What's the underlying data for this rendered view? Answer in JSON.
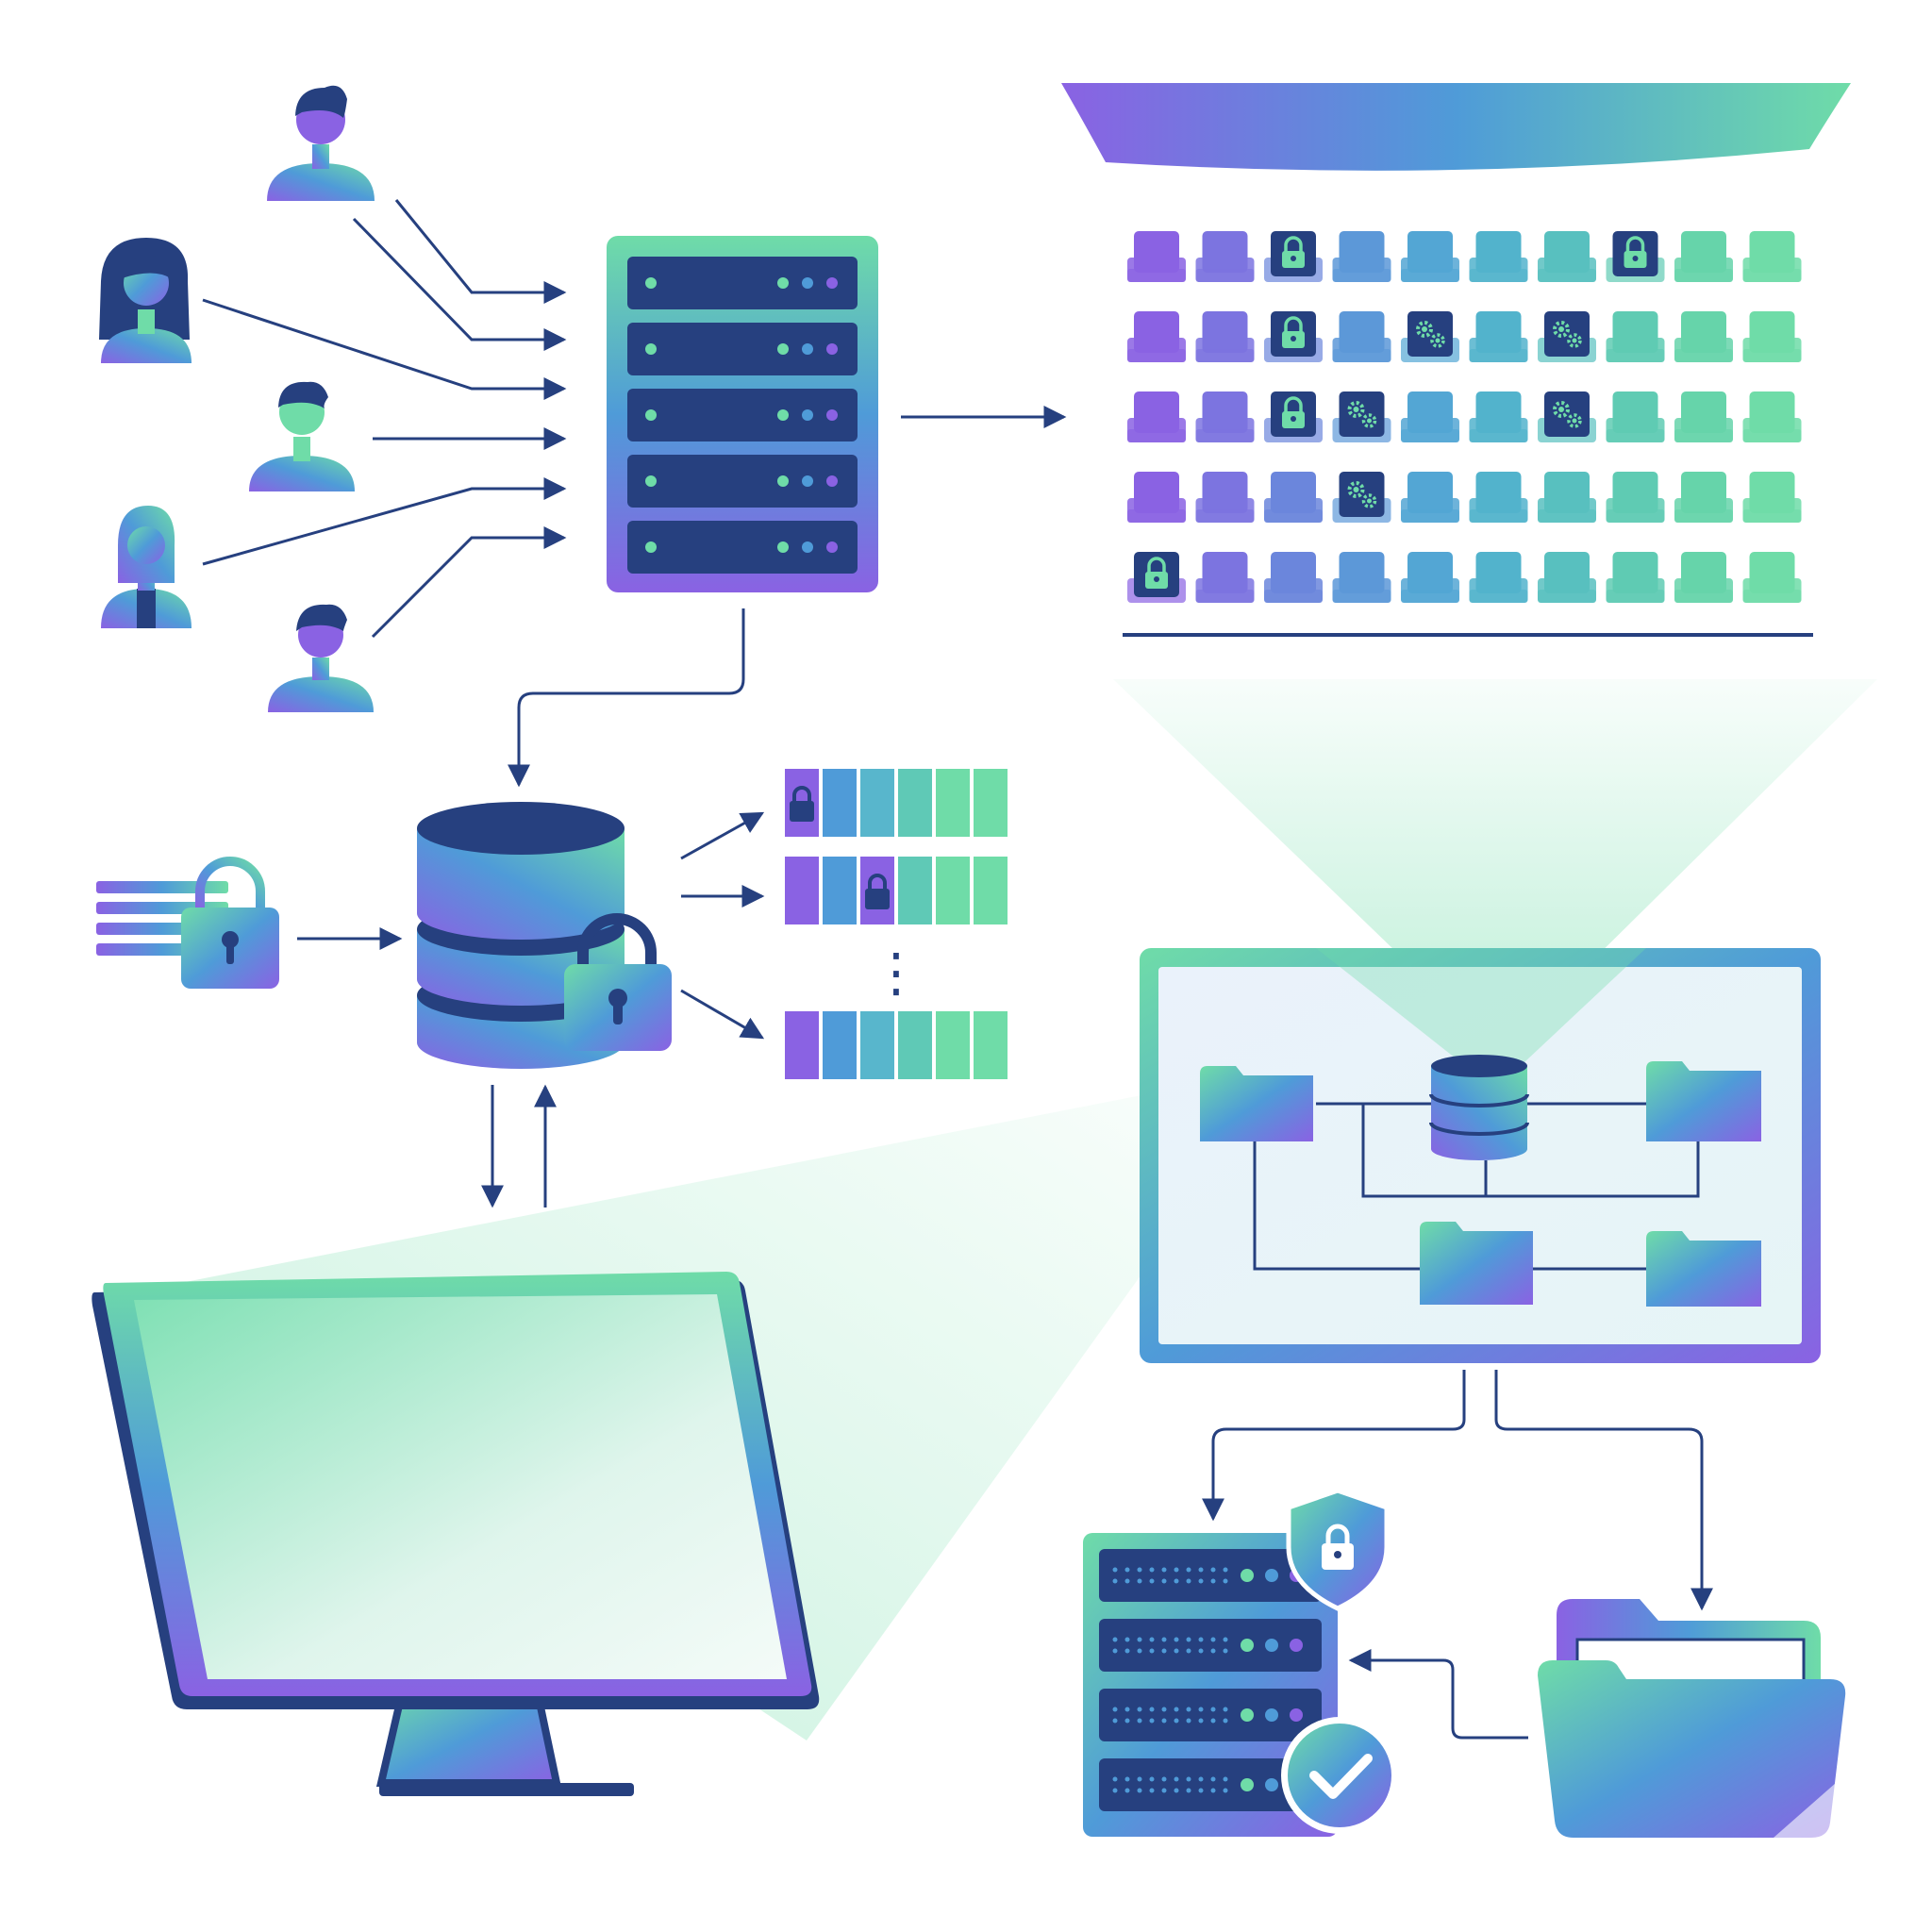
{
  "colors": {
    "navy": "#26407f",
    "purple": "#8a62e3",
    "blue": "#4f9bd8",
    "green": "#6fdca8",
    "light_mint": "#dcf5ea",
    "white": "#ffffff"
  },
  "users": [
    {
      "icon": "user-male-icon"
    },
    {
      "icon": "user-female-icon"
    },
    {
      "icon": "user-male-icon"
    },
    {
      "icon": "user-female-icon"
    },
    {
      "icon": "user-male-icon"
    }
  ],
  "app_server": {
    "icon": "server-rack-icon",
    "units": 5
  },
  "theater": {
    "icon": "stage-banner-icon",
    "rows": [
      [
        "seat",
        "seat",
        "lock",
        "seat",
        "seat",
        "seat",
        "seat",
        "lock",
        "seat",
        "seat"
      ],
      [
        "seat",
        "seat",
        "lock",
        "seat",
        "gear",
        "seat",
        "gear",
        "seat",
        "seat",
        "seat"
      ],
      [
        "seat",
        "seat",
        "lock",
        "gear",
        "seat",
        "seat",
        "gear",
        "seat",
        "seat",
        "seat"
      ],
      [
        "seat",
        "seat",
        "seat",
        "gear",
        "seat",
        "seat",
        "seat",
        "seat",
        "seat",
        "seat"
      ],
      [
        "lock",
        "seat",
        "seat",
        "seat",
        "seat",
        "seat",
        "seat",
        "seat",
        "seat",
        "seat"
      ]
    ]
  },
  "encrypted_input": {
    "icon": "encrypted-list-icon"
  },
  "database": {
    "icon": "locked-database-icon"
  },
  "data_blocks": [
    {
      "locked_cell": 0
    },
    {
      "locked_cell": 2
    },
    {
      "locked_cell": -1
    }
  ],
  "ellipsis": "⋮",
  "workstation": {
    "icon": "desktop-monitor-icon"
  },
  "schema_monitor": {
    "icon": "schema-monitor-icon",
    "folders": [
      "folder-icon",
      "folder-icon",
      "folder-icon",
      "folder-icon"
    ],
    "center": "database-icon"
  },
  "secure_server": {
    "icon": "secure-server-icon",
    "units": 4,
    "badges": [
      "shield-lock-icon",
      "check-icon"
    ]
  },
  "folder_archive": {
    "icon": "open-folder-icon"
  }
}
